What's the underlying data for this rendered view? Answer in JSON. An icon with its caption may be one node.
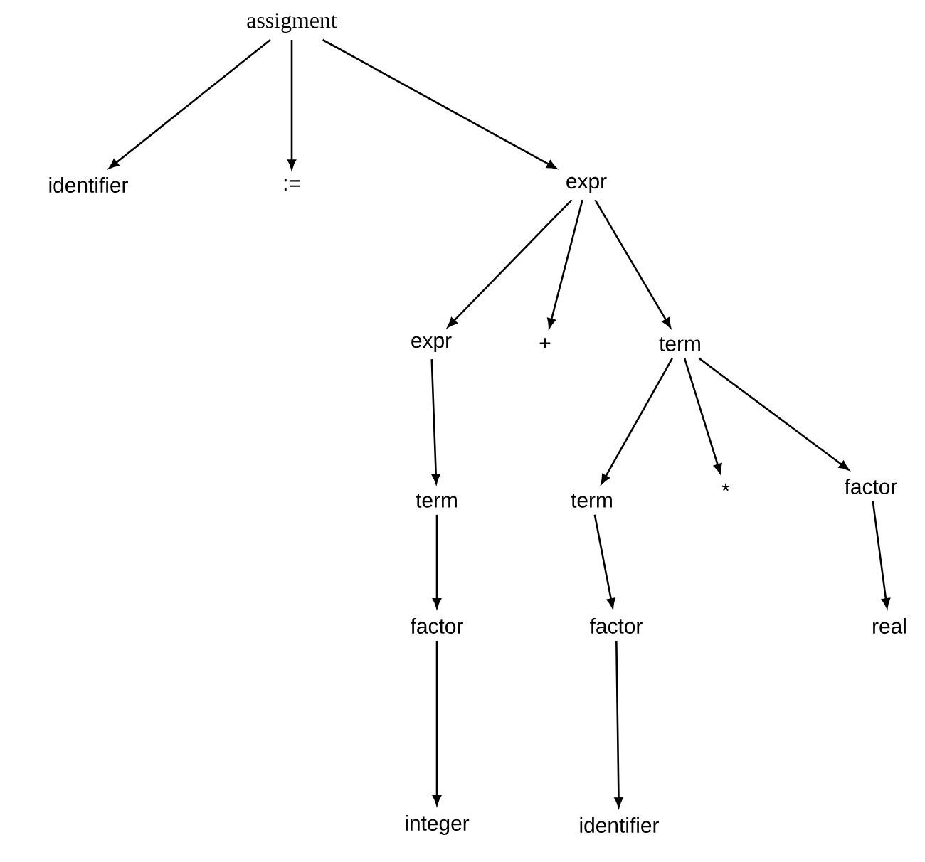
{
  "diagram": {
    "nodes": [
      {
        "text": [
          "assigment"
        ]
      },
      {
        "text": [
          "identifier"
        ]
      },
      {
        "text": [
          ":="
        ]
      },
      {
        "text": [
          "expr"
        ]
      },
      {
        "text": [
          "expr"
        ]
      },
      {
        "text": [
          "+"
        ]
      },
      {
        "text": [
          "term"
        ]
      },
      {
        "text": [
          "term"
        ]
      },
      {
        "text": [
          "term"
        ]
      },
      {
        "text": [
          "*"
        ]
      },
      {
        "text": [
          "factor"
        ]
      },
      {
        "text": [
          "factor"
        ]
      },
      {
        "text": [
          "factor"
        ]
      },
      {
        "text": [
          "real"
        ]
      },
      {
        "text": [
          "integer"
        ]
      },
      {
        "text": [
          "identifier"
        ]
      }
    ],
    "edges": [
      {
        "from": 0,
        "to": 1,
        "arrow": "to"
      },
      {
        "from": 0,
        "to": 2,
        "arrow": "to"
      },
      {
        "from": 0,
        "to": 3,
        "arrow": "to"
      },
      {
        "from": 3,
        "to": 4,
        "arrow": "to"
      },
      {
        "from": 3,
        "to": 5,
        "arrow": "to"
      },
      {
        "from": 3,
        "to": 6,
        "arrow": "to"
      },
      {
        "from": 4,
        "to": 7,
        "arrow": "to"
      },
      {
        "from": 6,
        "to": 8,
        "arrow": "to"
      },
      {
        "from": 6,
        "to": 9,
        "arrow": "to"
      },
      {
        "from": 6,
        "to": 10,
        "arrow": "to"
      },
      {
        "from": 7,
        "to": 11,
        "arrow": "to"
      },
      {
        "from": 8,
        "to": 12,
        "arrow": "to"
      },
      {
        "from": 10,
        "to": 13,
        "arrow": "to"
      },
      {
        "from": 11,
        "to": 14,
        "arrow": "to"
      },
      {
        "from": 12,
        "to": 15,
        "arrow": "to"
      }
    ]
  }
}
